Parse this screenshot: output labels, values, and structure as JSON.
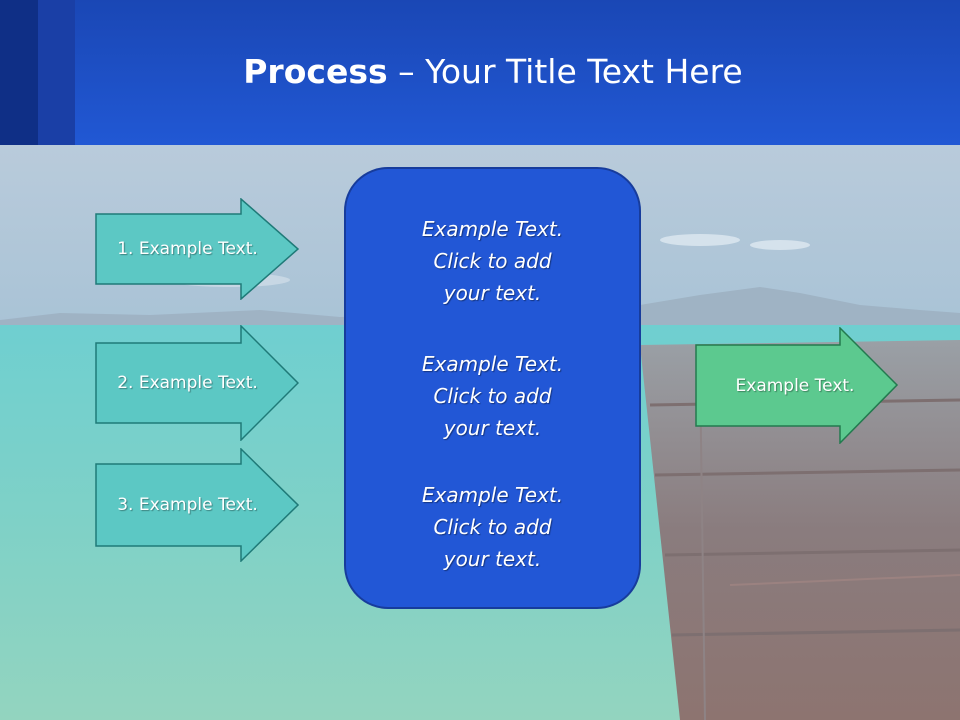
{
  "slide": {
    "title_bold": "Process",
    "title_rest": " – Your Title Text Here"
  },
  "left_arrows": [
    {
      "label": "1. Example Text."
    },
    {
      "label": "2. Example Text."
    },
    {
      "label": "3. Example Text."
    }
  ],
  "center_box": {
    "blocks": [
      {
        "line1": "Example Text.",
        "line2": "Click  to add",
        "line3": "your text."
      },
      {
        "line1": "Example Text.",
        "line2": "Click  to add",
        "line3": "your text."
      },
      {
        "line1": "Example Text.",
        "line2": "Click  to add",
        "line3": "your text."
      }
    ]
  },
  "right_arrow": {
    "label": "Example Text."
  },
  "colors": {
    "header": "#2158d4",
    "teal_arrow": "#5cc8c4",
    "green_arrow": "#5cc98f",
    "center_box": "#2257d6"
  }
}
